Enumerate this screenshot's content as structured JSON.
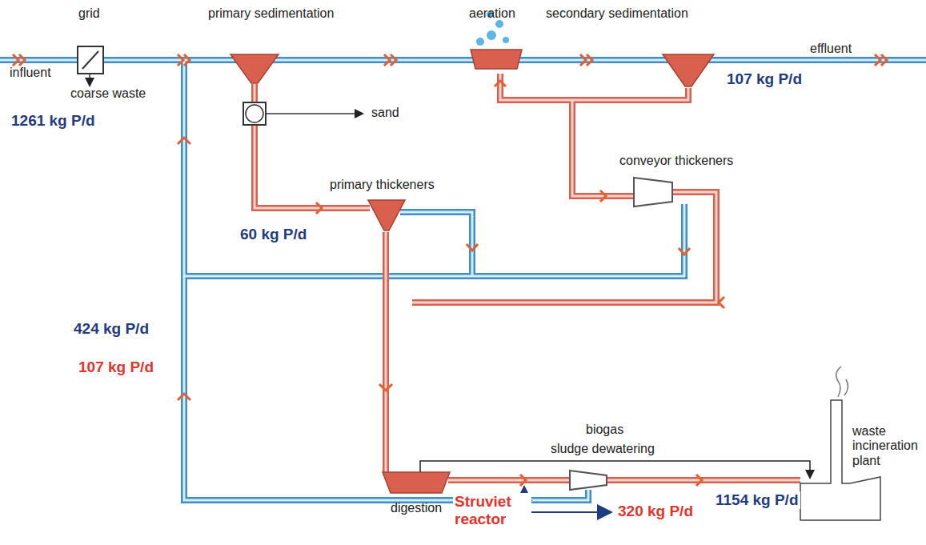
{
  "diagram": {
    "labels": [
      "grid",
      "primary sedimentation",
      "aeration",
      "secondary sedimentation",
      "influent",
      "coarse waste",
      "effluent",
      "1261 kg P/d",
      "107 kg P/d",
      "sand",
      "primary thickeners",
      "conveyor thickeners",
      "60 kg P/d",
      "424 kg P/d",
      "107 kg P/d",
      "biogas",
      "sludge dewatering",
      "waste incineration plant",
      "digestion",
      "1154 kg P/d",
      "Struviet reactor",
      "320 kg P/d"
    ]
  }
}
